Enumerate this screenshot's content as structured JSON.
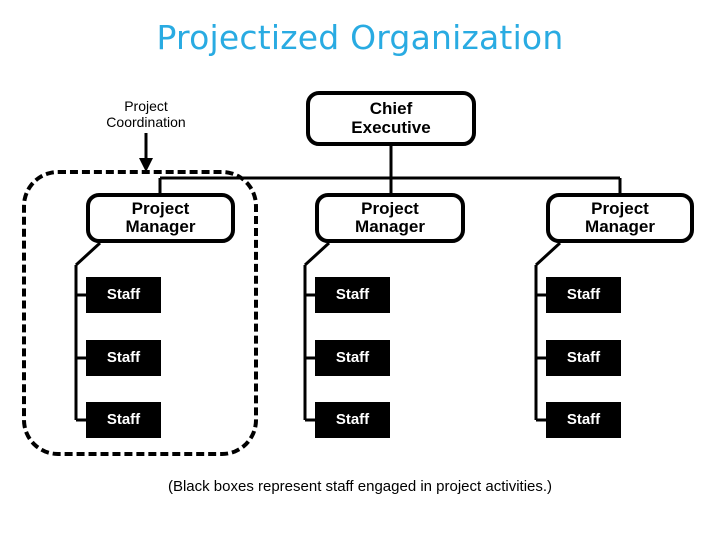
{
  "title": "Projectized Organization",
  "colors": {
    "title": "#29abe2",
    "line": "#000000",
    "staff_box_fill": "#000000",
    "manager_box_fill": "#ffffff",
    "page_background": "#ffffff"
  },
  "annotation": {
    "coordination_label": "Project\nCoordination",
    "arrow_icon": "down-arrow-icon"
  },
  "chief_executive": {
    "label": "Chief\nExecutive"
  },
  "columns": [
    {
      "manager_label": "Project\nManager",
      "inside_project_boundary": true,
      "staff": [
        {
          "label": "Staff"
        },
        {
          "label": "Staff"
        },
        {
          "label": "Staff"
        }
      ]
    },
    {
      "manager_label": "Project\nManager",
      "inside_project_boundary": false,
      "staff": [
        {
          "label": "Staff"
        },
        {
          "label": "Staff"
        },
        {
          "label": "Staff"
        }
      ]
    },
    {
      "manager_label": "Project\nManager",
      "inside_project_boundary": false,
      "staff": [
        {
          "label": "Staff"
        },
        {
          "label": "Staff"
        },
        {
          "label": "Staff"
        }
      ]
    }
  ],
  "caption": "(Black boxes represent staff engaged in project activities.)"
}
